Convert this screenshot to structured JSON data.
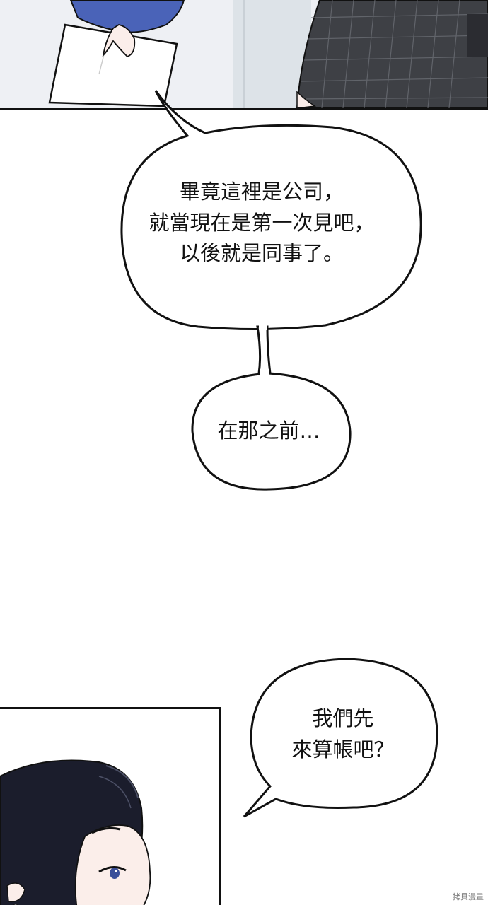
{
  "bubbles": [
    {
      "lines": [
        "畢竟這裡是公司，",
        "就當現在是第一次見吧，",
        "以後就是同事了。"
      ]
    },
    {
      "lines": [
        "在那之前…"
      ]
    },
    {
      "lines": [
        "我們先",
        "來算帳吧？"
      ]
    }
  ],
  "watermark": "拷貝漫畫",
  "colors": {
    "ink": "#111111",
    "sleeve": "#4a63b8",
    "plaid": "#3e4045",
    "hair": "#1b1d2c",
    "skin": "#fbeeea",
    "eye": "#3a4f9a"
  }
}
